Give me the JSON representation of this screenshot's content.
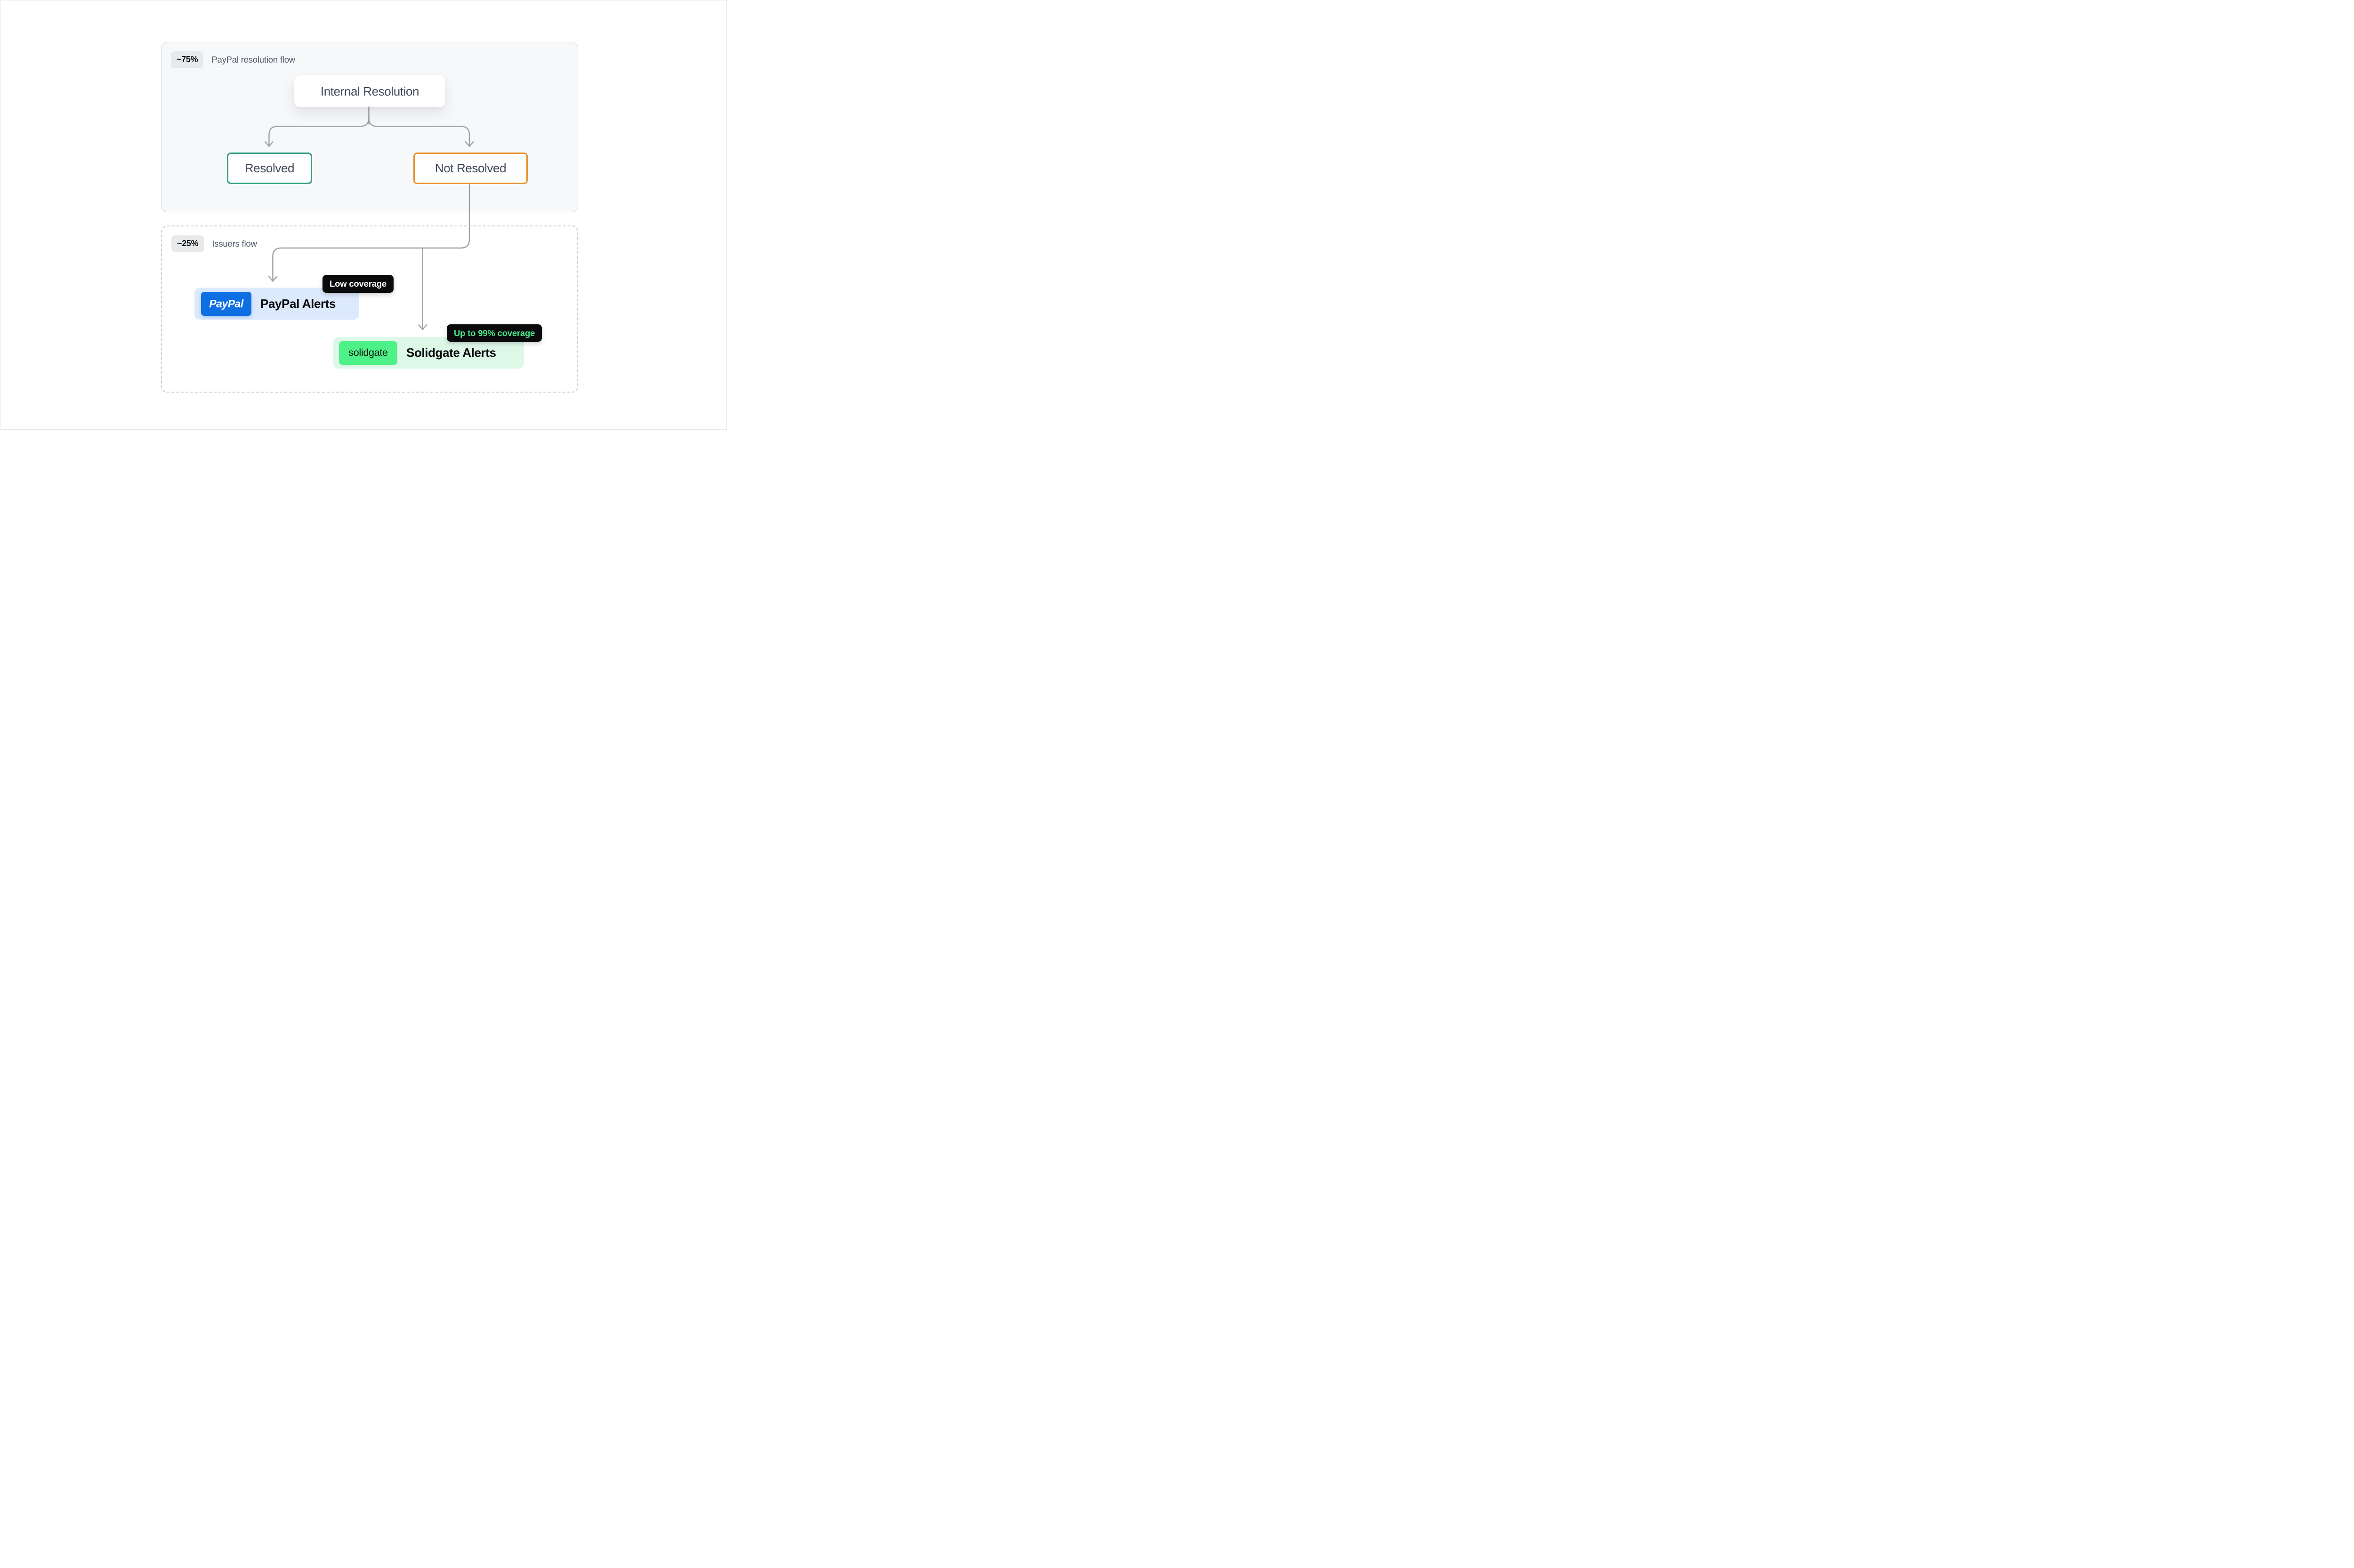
{
  "diagram": {
    "type": "flowchart",
    "connector_color": "#9ba0a6",
    "edges": [
      {
        "from": "Internal Resolution",
        "to": "Resolved"
      },
      {
        "from": "Internal Resolution",
        "to": "Not Resolved"
      },
      {
        "from": "Not Resolved",
        "to": "PayPal Alerts"
      },
      {
        "from": "Not Resolved",
        "to": "Solidgate Alerts"
      }
    ]
  },
  "paypal_flow": {
    "badge": "~75%",
    "label": "PayPal resolution flow",
    "nodes": {
      "internal_resolution": "Internal Resolution",
      "resolved": "Resolved",
      "not_resolved": "Not Resolved"
    },
    "colors": {
      "panel_bg": "#f7f8f9",
      "resolved_border": "#2f9f82",
      "not_resolved_border": "#e8912d"
    }
  },
  "issuers_flow": {
    "badge": "~25%",
    "label": "Issuers flow",
    "paypal": {
      "logo_text": "PayPal",
      "label": "PayPal Alerts",
      "coverage_badge": "Low coverage",
      "colors": {
        "logo_bg": "#0d6fe1",
        "row_bg": "#dde9fc",
        "badge_bg": "#0a0a0c",
        "badge_text": "#ffffff"
      }
    },
    "solidgate": {
      "logo_text": "solidgate",
      "label": "Solidgate Alerts",
      "coverage_badge": "Up to 99% coverage",
      "colors": {
        "logo_bg": "#4ef188",
        "row_bg": "#def8e8",
        "badge_bg": "#0a0a0c",
        "badge_text": "#4be287"
      }
    }
  }
}
